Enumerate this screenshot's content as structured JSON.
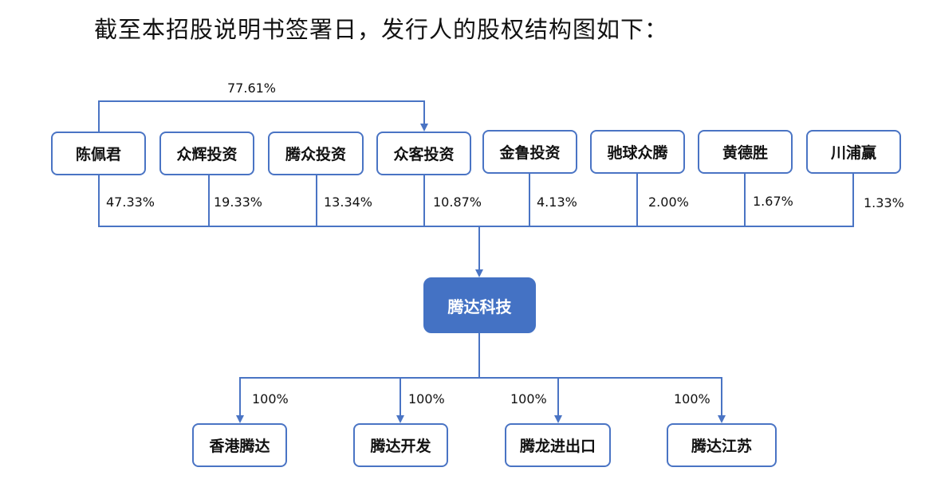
{
  "heading": "截至本招股说明书签署日，发行人的股权结构图如下：",
  "control_percent": "77.61%",
  "shareholders": [
    {
      "name": "陈佩君",
      "percent": "47.33%"
    },
    {
      "name": "众辉投资",
      "percent": "19.33%"
    },
    {
      "name": "腾众投资",
      "percent": "13.34%"
    },
    {
      "name": "众客投资",
      "percent": "10.87%"
    },
    {
      "name": "金鲁投资",
      "percent": "4.13%"
    },
    {
      "name": "驰球众腾",
      "percent": "2.00%"
    },
    {
      "name": "黄德胜",
      "percent": "1.67%"
    },
    {
      "name": "川浦赢",
      "percent": "1.33%"
    }
  ],
  "issuer": "腾达科技",
  "subsidiaries": [
    {
      "name": "香港腾达",
      "percent": "100%"
    },
    {
      "name": "腾达开发",
      "percent": "100%"
    },
    {
      "name": "腾龙进出口",
      "percent": "100%"
    },
    {
      "name": "腾达江苏",
      "percent": "100%"
    }
  ],
  "colors": {
    "border": "#4a74c4",
    "issuer_fill": "#4472c4",
    "line": "#4a74c4"
  }
}
